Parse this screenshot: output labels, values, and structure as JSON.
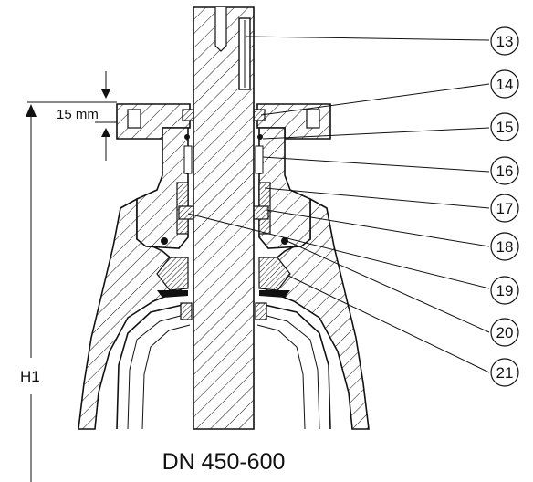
{
  "title": "DN 450-600",
  "dimension": {
    "label": "15 mm"
  },
  "height_label": "H1",
  "callouts": [
    "13",
    "14",
    "15",
    "16",
    "17",
    "18",
    "19",
    "20",
    "21"
  ],
  "colors": {
    "line": "#111111",
    "background": "#ffffff"
  }
}
